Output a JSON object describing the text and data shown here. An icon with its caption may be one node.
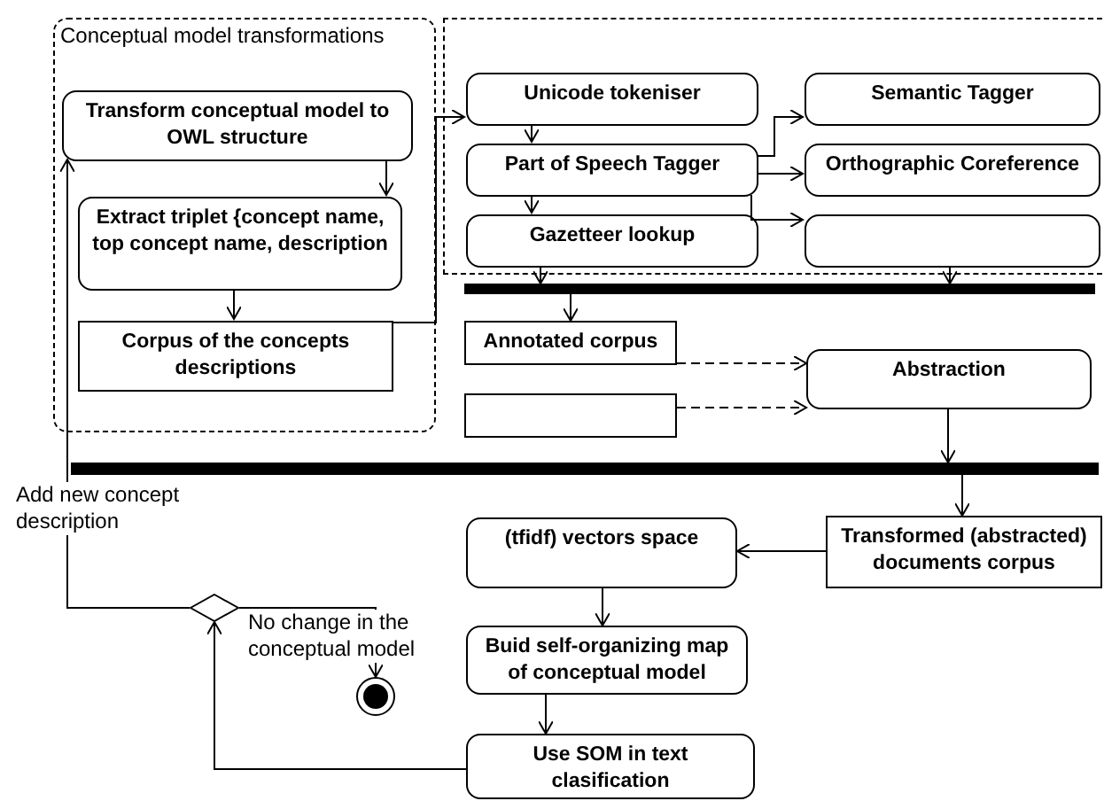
{
  "diagram": {
    "nodes": [
      {
        "text": [
          "Conceptual model transformations"
        ]
      },
      {
        "text": [
          "Transform conceptual model to OWL structure"
        ],
        "in": 0
      },
      {
        "text": [
          "Extract triplet {concept name, top concept name, description"
        ],
        "in": 0
      },
      {
        "text": [
          "Corpus of the concepts descriptions"
        ],
        "in": 0
      },
      {
        "text": [],
        "shape": "box"
      },
      {
        "text": [
          "Unicode tokeniser"
        ],
        "in": 4
      },
      {
        "text": [
          "Part of Speech Tagger"
        ],
        "in": 4
      },
      {
        "text": [
          "Gazetteer lookup"
        ],
        "in": 4
      },
      {
        "text": [
          "Semantic Tagger"
        ],
        "in": 4
      },
      {
        "text": [
          "Orthographic Coreference"
        ],
        "in": 4
      },
      {
        "text": [],
        "shape": "box",
        "in": 4
      },
      {
        "text": [],
        "shape": "bar"
      },
      {
        "text": [
          "Annotated corpus"
        ]
      },
      {
        "text": [],
        "shape": "box"
      },
      {
        "text": [
          "Abstraction"
        ]
      },
      {
        "text": [],
        "shape": "bar"
      },
      {
        "text": [
          "Transformed (abstracted) documents corpus"
        ]
      },
      {
        "text": [
          "(tfidf) vectors space"
        ]
      },
      {
        "text": [
          "Buid self-organizing map of conceptual model"
        ]
      },
      {
        "text": [
          "Use SOM in text clasification"
        ]
      },
      {
        "text": [],
        "shape": "diamond"
      },
      {
        "text": [],
        "shape": "circle"
      }
    ],
    "edges": [
      {
        "from": 1,
        "to": 2,
        "arrow": "to"
      },
      {
        "from": 2,
        "to": 3,
        "arrow": "to"
      },
      {
        "from": 3,
        "to": 5,
        "arrow": "to"
      },
      {
        "from": 5,
        "to": 6,
        "arrow": "to"
      },
      {
        "from": 6,
        "to": 7,
        "arrow": "to"
      },
      {
        "from": 6,
        "to": 8,
        "arrow": "to"
      },
      {
        "from": 6,
        "to": 9,
        "arrow": "to"
      },
      {
        "from": 6,
        "to": 10,
        "arrow": "to"
      },
      {
        "from": 7,
        "to": 11,
        "arrow": "to"
      },
      {
        "from": 10,
        "to": 11,
        "arrow": "to"
      },
      {
        "from": 11,
        "to": 12,
        "arrow": "to"
      },
      {
        "from": 12,
        "to": 14,
        "arrow": "to",
        "style": "dashed"
      },
      {
        "from": 13,
        "to": 14,
        "arrow": "to",
        "style": "dashed"
      },
      {
        "from": 14,
        "to": 15,
        "arrow": "to"
      },
      {
        "from": 15,
        "to": 16,
        "arrow": "to"
      },
      {
        "from": 16,
        "to": 17,
        "arrow": "to"
      },
      {
        "from": 17,
        "to": 18,
        "arrow": "to"
      },
      {
        "from": 18,
        "to": 19,
        "arrow": "to"
      },
      {
        "from": 19,
        "to": 20,
        "arrow": "to"
      },
      {
        "from": 20,
        "to": 1,
        "arrow": "to",
        "label": "Add new concept description"
      },
      {
        "from": 20,
        "to": 21,
        "arrow": "to",
        "label": "No change in the conceptual model"
      }
    ]
  }
}
